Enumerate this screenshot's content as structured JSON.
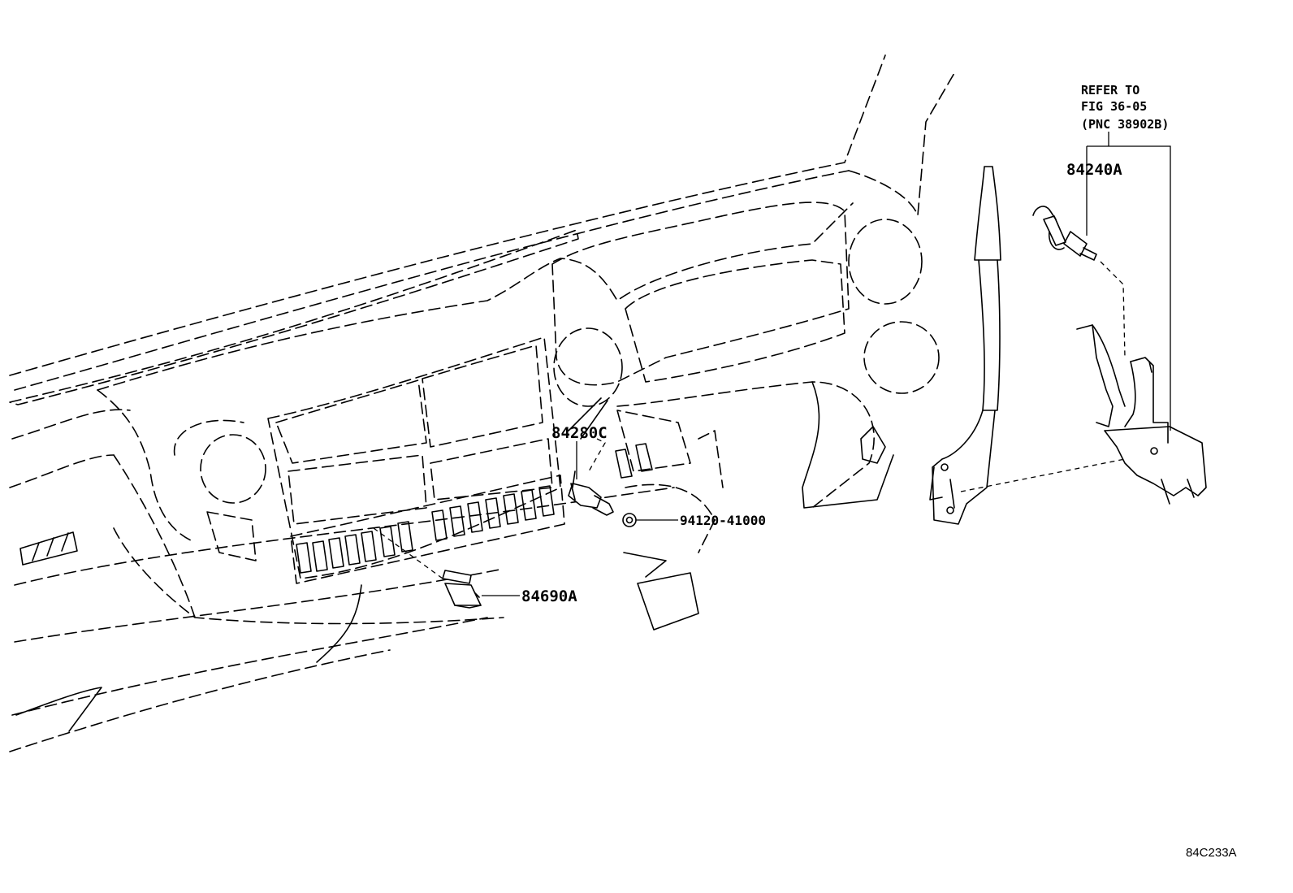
{
  "callouts": {
    "refer": {
      "line1": "REFER TO",
      "line2": "FIG 36-05",
      "line3": "(PNC 38902B)"
    },
    "part_84240A": "84240A",
    "part_84280C": "84280C",
    "part_94120": "94120-41000",
    "part_84690A": "84690A"
  },
  "figure_id": "84C233A"
}
